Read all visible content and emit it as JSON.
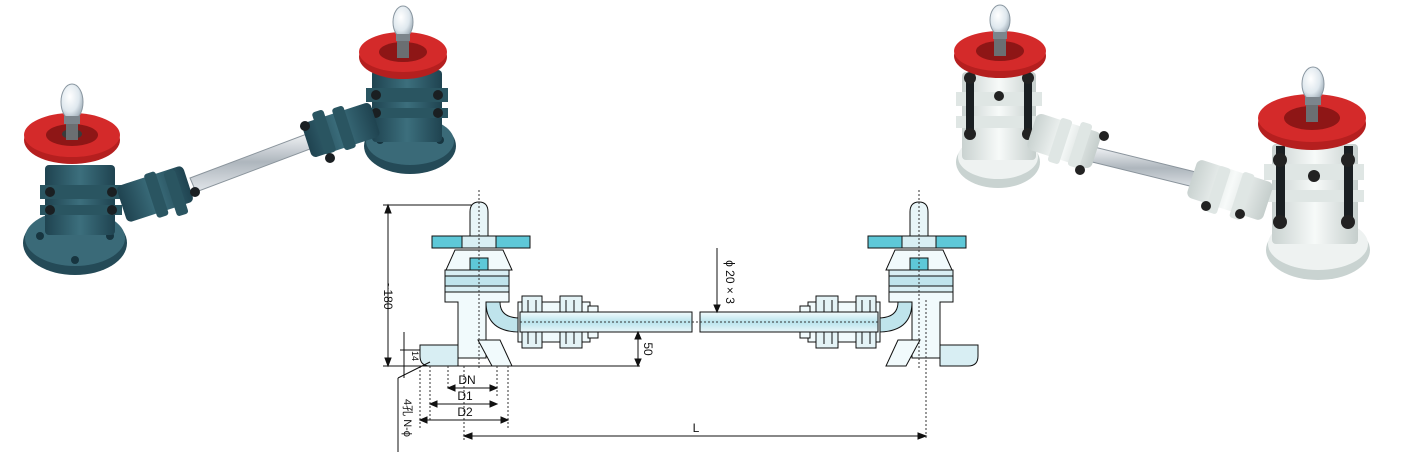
{
  "drawing": {
    "overall_height_label": "~180",
    "flange_thickness_label": "14",
    "tube_size_label": "ϕ 20 × 3",
    "offset_label": "50",
    "nominal_diameter_label": "DN",
    "bolt_circle_label": "D1",
    "flange_outer_label": "D2",
    "length_label": "L",
    "bolt_holes_label": "4孔 N-ϕ"
  },
  "colors": {
    "handwheel_red": "#d42a2a",
    "body_blue": "#2f5e6b",
    "body_white": "#eef1ef",
    "drawing_cyan": "#5ec8d8",
    "drawing_light": "#d8eef3",
    "steel": "#c9cfd4"
  }
}
